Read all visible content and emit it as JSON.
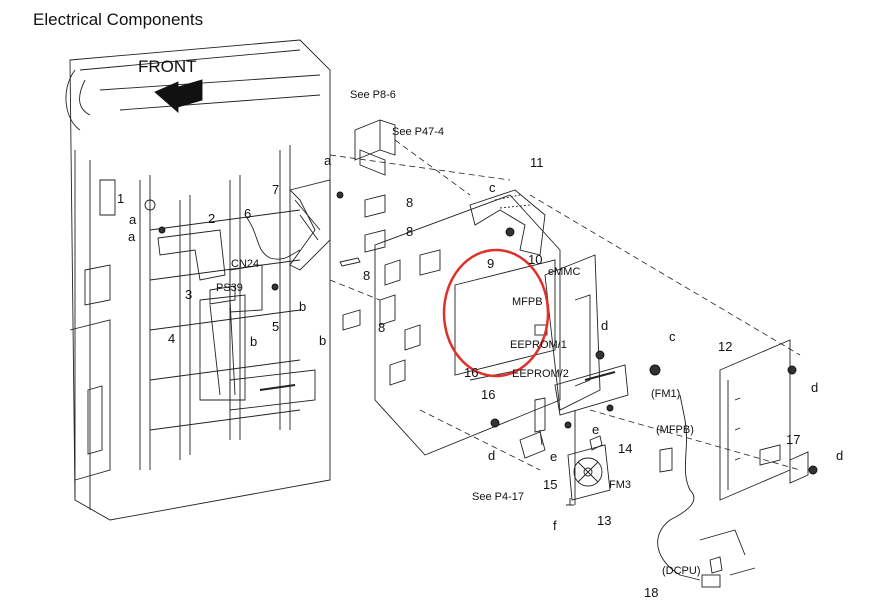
{
  "title": "Electrical Components",
  "front_label": "FRONT",
  "references": [
    "See P8-6",
    "See P47-4",
    "See P4-17"
  ],
  "part_numbers": [
    "1",
    "2",
    "3",
    "4",
    "5",
    "6",
    "7",
    "8",
    "8",
    "8",
    "8",
    "9",
    "10",
    "11",
    "12",
    "13",
    "14",
    "15",
    "16",
    "16",
    "17",
    "18"
  ],
  "letters": [
    "a",
    "a",
    "a",
    "b",
    "b",
    "b",
    "c",
    "c",
    "d",
    "d",
    "d",
    "d",
    "e",
    "e",
    "f"
  ],
  "connectors": [
    "CN24",
    "PS39",
    "MFPB",
    "eMMC",
    "EEPROM/1",
    "EEPROM/2",
    "FM3",
    "(FM1)",
    "(MFPB)",
    "(DCPU)"
  ],
  "highlight_color": "#e0302a",
  "line_color": "#222222"
}
